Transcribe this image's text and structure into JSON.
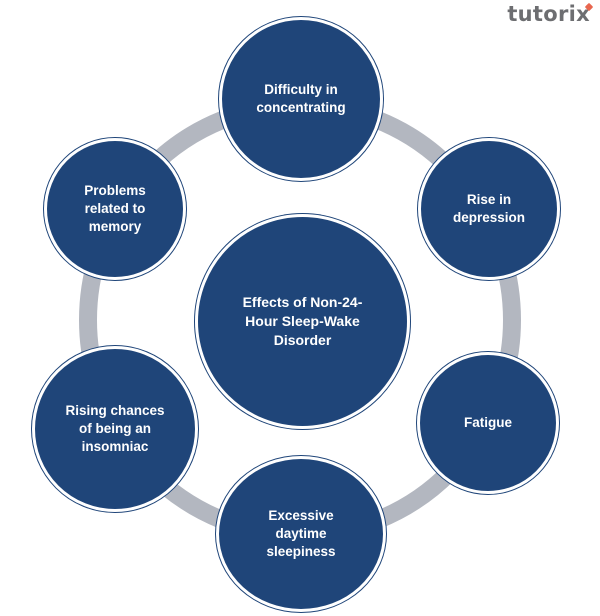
{
  "diagram": {
    "center": {
      "label": "Effects of Non-24-\nHour Sleep-Wake\nDisorder"
    },
    "outer_nodes": [
      {
        "label": "Difficulty in\nconcentrating"
      },
      {
        "label": "Rise in\ndepression"
      },
      {
        "label": "Fatigue"
      },
      {
        "label": "Excessive\ndaytime\nsleepiness"
      },
      {
        "label": "Rising chances\nof being an\ninsomniac"
      },
      {
        "label": "Problems\nrelated to\nmemory"
      }
    ]
  },
  "logo": {
    "text_main": "tutori",
    "text_last": "x"
  },
  "colors": {
    "node_fill": "#1f4579",
    "ring": "#b3b7c0",
    "node_text": "#ffffff",
    "logo_gray": "#6d6e71",
    "logo_accent": "#e8664f"
  }
}
